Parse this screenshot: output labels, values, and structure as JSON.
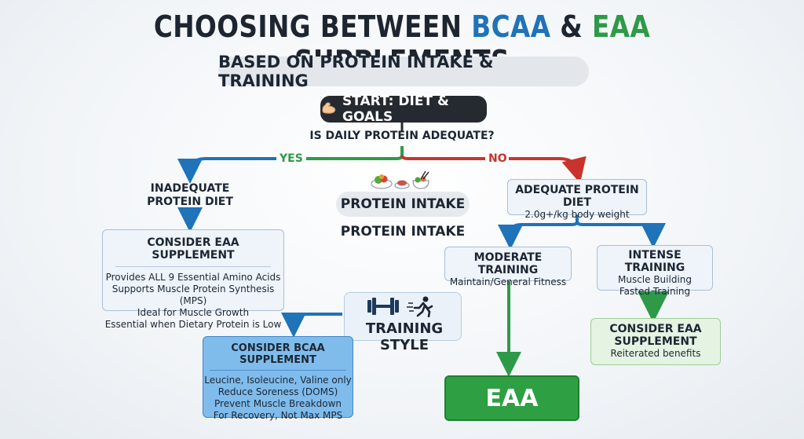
{
  "title": {
    "part1": "CHOOSING BETWEEN",
    "bcaa": "BCAA",
    "amp": "&",
    "eaa": "EAA",
    "part2": "SUPPLEMENTS"
  },
  "subtitle": "BASED ON PROTEIN INTAKE & TRAINING",
  "start": {
    "icon": "flexed-bicep-icon",
    "label": "START: DIET & GOALS"
  },
  "question": "IS DAILY PROTEIN ADEQUATE?",
  "yes_label": "YES",
  "no_label": "NO",
  "inadequate": {
    "line1": "INADEQUATE",
    "line2": "PROTEIN DIET"
  },
  "consider_eaa": {
    "heading": "CONSIDER EAA SUPPLEMENT",
    "lines": [
      "Provides ALL 9 Essential Amino Acids",
      "Supports Muscle Protein Synthesis (MPS)",
      "Ideal for Muscle Growth",
      "Essential when Dietary Protein is Low"
    ]
  },
  "protein_intake": {
    "icon": "food-plates-icon",
    "pill": "PROTEIN INTAKE",
    "text": "PROTEIN INTAKE"
  },
  "training_style": {
    "icon": "dumbbell-runner-icon",
    "label": "TRAINING STYLE"
  },
  "consider_bcaa": {
    "heading": "CONSIDER BCAA SUPPLEMENT",
    "lines": [
      "Leucine, Isoleucine, Valine only",
      "Reduce Soreness (DOMS)",
      "Prevent Muscle Breakdown",
      "For Recovery, Not Max MPS"
    ]
  },
  "adequate": {
    "heading": "ADEQUATE PROTEIN DIET",
    "sub": "2.0g+/kg body weight"
  },
  "moderate": {
    "heading": "MODERATE TRAINING",
    "sub": "Maintain/General Fitness"
  },
  "intense": {
    "heading": "INTENSE TRAINING",
    "lines": [
      "Muscle Building",
      "Fasted Training"
    ]
  },
  "consider_eaa_green": {
    "line1": "CONSIDER EAA",
    "line2": "SUPPLEMENT",
    "sub": "Reiterated benefits"
  },
  "eaa_final": "EAA",
  "colors": {
    "blue": "#1f73b8",
    "green": "#2e9a48",
    "red": "#c8342c",
    "dark": "#252a30",
    "bcaa_fill": "#7fbcec",
    "eaa_fill": "#2ea043"
  }
}
